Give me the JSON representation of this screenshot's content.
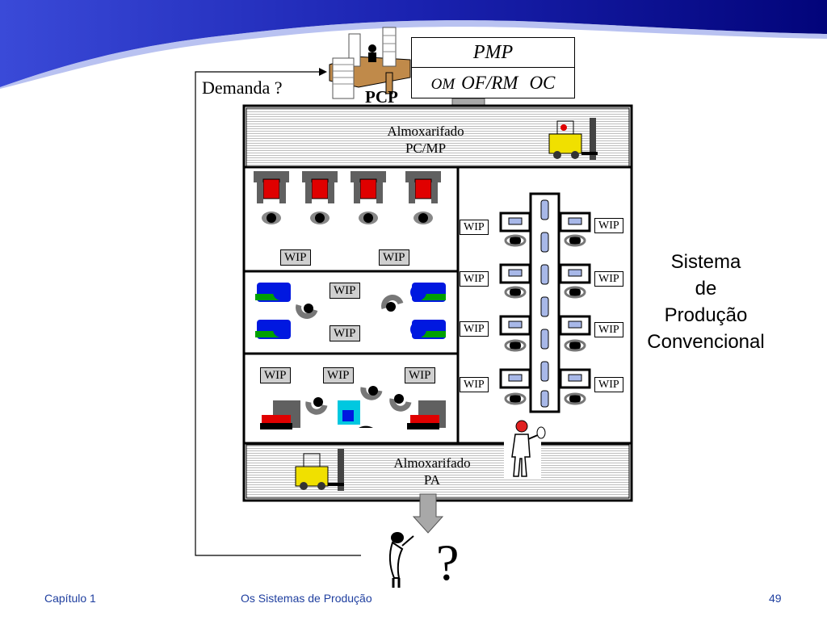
{
  "header": {
    "pcp": "PCP",
    "demand": "Demanda ?"
  },
  "pmp_box": {
    "top": "PMP",
    "om": "OM",
    "of_rm": "OF/RM",
    "oc": "OC"
  },
  "stores": {
    "raw": {
      "line1": "Almoxarifado",
      "line2": "PC/MP"
    },
    "finished": {
      "line1": "Almoxarifado",
      "line2": "PA"
    }
  },
  "wip_label": "WIP",
  "side_title": {
    "line1": "Sistema",
    "line2": "de",
    "line3": "Produção",
    "line4": "Convencional"
  },
  "question_mark": "?",
  "footer": {
    "chapter": "Capítulo 1",
    "title": "Os Sistemas de Produção",
    "page": "49"
  },
  "colors": {
    "banner_dark": "#02047a",
    "banner_light": "#2f3fd0",
    "footer_text": "#1f3f9f",
    "machine_red": "#e00000",
    "machine_blue": "#0018e0",
    "machine_green": "#00a000",
    "machine_cyan": "#00c8e0",
    "forklift_yellow": "#f0e000"
  }
}
